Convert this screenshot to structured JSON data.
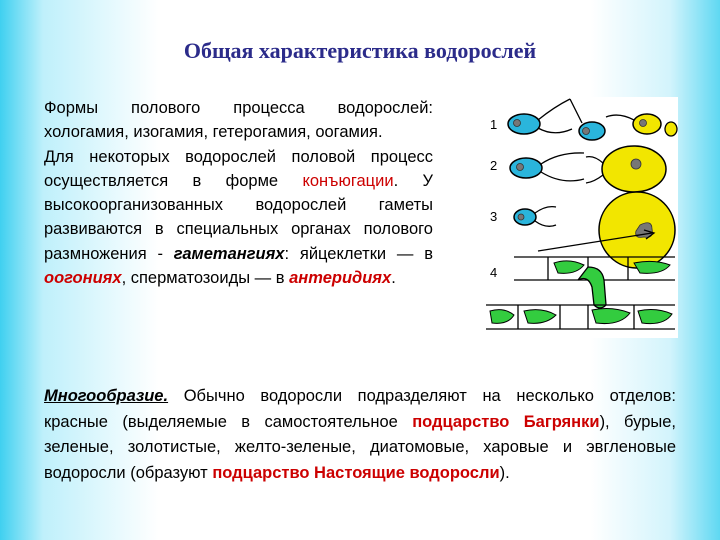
{
  "title": "Общая характеристика водорослей",
  "left": {
    "p1": "Формы полового процесса водорослей: хологамия, изогамия, гетерогамия, оогамия.",
    "p2_start": "Для некоторых водорослей половой процесс осуществляется в форме ",
    "p2_conj": "конъюгации",
    "p2_mid": ". У высокоорганизованных водорослей гаметы развиваются в специальных органах полового размножения - ",
    "p2_gam": "гаметангиях",
    "p2_a": ": яйцеклетки — в ",
    "p2_oog": "оогониях",
    "p2_b": ", сперматозоиды — в ",
    "p2_anth": "антеридиях",
    "p2_end": "."
  },
  "figure": {
    "labels": [
      "1",
      "2",
      "3",
      "4"
    ],
    "colors": {
      "isogamete": "#2ab5dc",
      "egg": "#f2e600",
      "filament": "#33cc3f",
      "nucleus": "#777777"
    }
  },
  "bottom": {
    "heading": "Многообразие.",
    "t1": " Обычно водоросли подразделяют на несколько отделов: красные (выделяемые в самостоятельное ",
    "r1": "подцарство Багрянки",
    "t2": "), бурые, зеленые, золотистые, желто-зеленые, диатомовые, харовые и эвгленовые водоросли (образуют ",
    "r2": "подцарство Настоящие водоросли",
    "t3": ")."
  }
}
